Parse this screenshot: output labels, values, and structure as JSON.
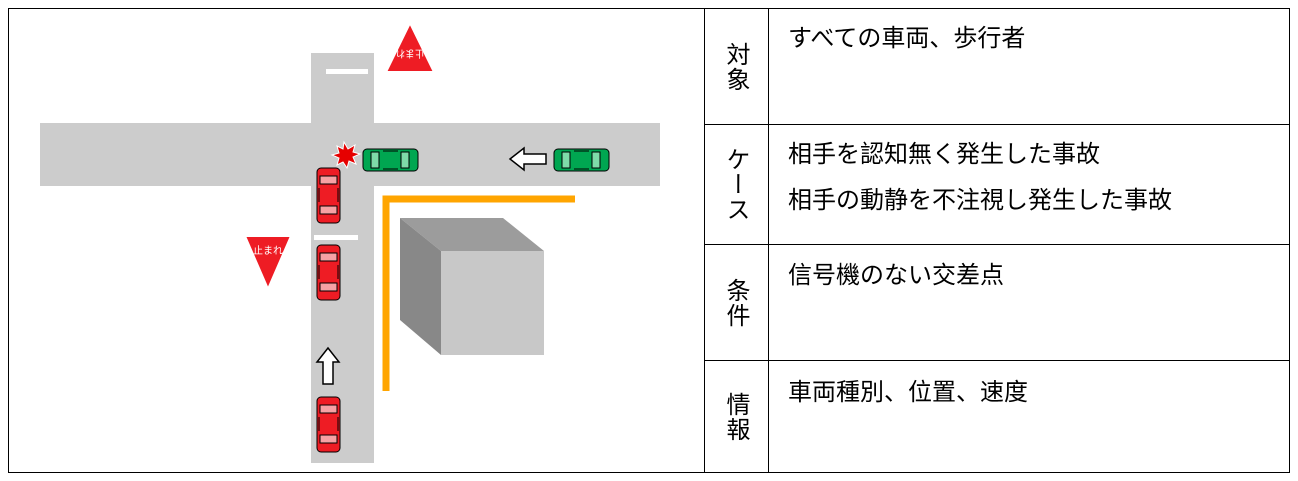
{
  "diagram": {
    "stop_sign_text": "止まれ",
    "colors": {
      "road": "#cccccc",
      "stop_sign": "#ee1c24",
      "car_red": "#ee1c24",
      "car_green": "#00a651",
      "barrier": "#ffa500",
      "building_top": "#9c9c9c",
      "building_front": "#c8c8c8",
      "building_side": "#888888",
      "collision": "#e60000"
    }
  },
  "table": {
    "rows": [
      {
        "label": "対象",
        "lines": [
          "すべての車両、歩行者"
        ]
      },
      {
        "label": "ケース",
        "lines": [
          "相手を認知無く発生した事故",
          "相手の動静を不注視し発生した事故"
        ]
      },
      {
        "label": "条件",
        "lines": [
          "信号機のない交差点"
        ]
      },
      {
        "label": "情報",
        "lines": [
          "車両種別、位置、速度"
        ]
      }
    ]
  }
}
